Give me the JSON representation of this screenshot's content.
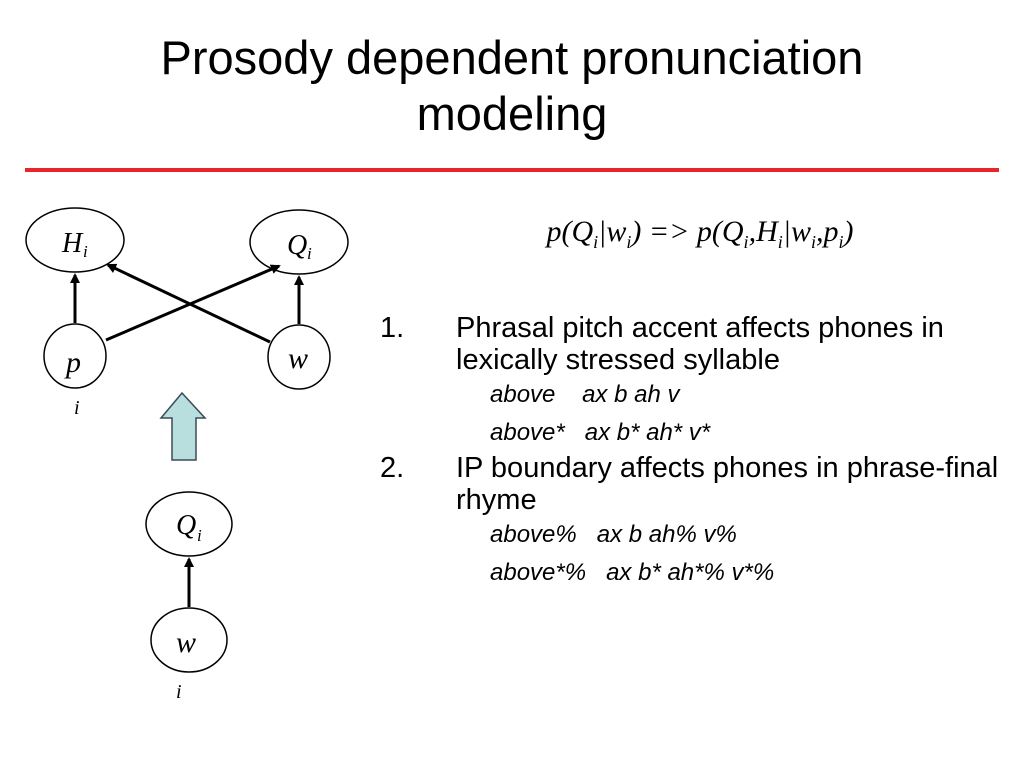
{
  "slide": {
    "title_line1": "Prosody dependent pronunciation",
    "title_line2": "modeling"
  },
  "diagram": {
    "nodes": {
      "H": "H",
      "H_sub": "i",
      "Q": "Q",
      "Q_sub": "i",
      "p": "p",
      "p_sub": "i",
      "w": "w",
      "Q2": "Q",
      "Q2_sub": "i",
      "w2": "w",
      "w2_sub": "i"
    },
    "arrow_fill": "#b8dede"
  },
  "formula": {
    "a": "p(Q",
    "a_sub": "i",
    "b": "|w",
    "b_sub": "i",
    "c": ") => p(Q",
    "c_sub": "i",
    "d": ",H",
    "d_sub": "i",
    "e": "|w",
    "e_sub": "i",
    "f": ",p",
    "f_sub": "i",
    "g": ")"
  },
  "list": {
    "items": [
      {
        "num": "1.",
        "text": "Phrasal pitch accent affects phones in lexically stressed syllable",
        "examples": [
          "above    ax b ah v",
          "above*   ax b* ah* v*"
        ]
      },
      {
        "num": "2.",
        "text": "IP boundary affects phones in phrase-final rhyme",
        "examples": [
          "above%   ax b ah% v%",
          "above*%   ax b* ah*% v*%"
        ]
      }
    ]
  },
  "colors": {
    "rule": "#e8262a",
    "text": "#000000"
  }
}
